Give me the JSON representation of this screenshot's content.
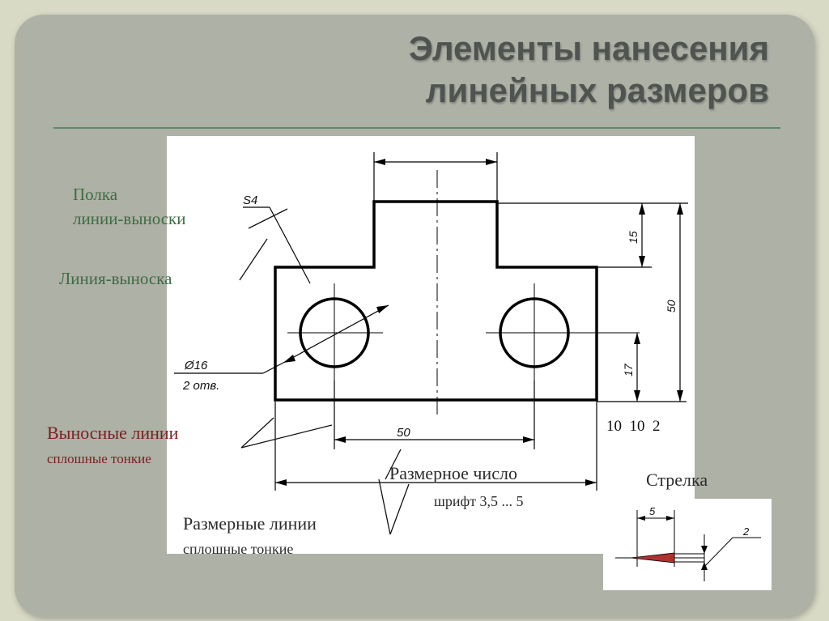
{
  "title": {
    "line1": "Элементы нанесения",
    "line2": "линейных размеров"
  },
  "labels": {
    "shelf_line1": "Полка",
    "shelf_line2": "линии-выноски",
    "leader_line": "Линия-выноска",
    "extension_lines": "Выносные линии",
    "extension_lines_note": "сплошные тонкие",
    "dimension_number": "Размерное число",
    "dimension_number_note": "шрифт 3,5 ... 5",
    "dimension_lines": "Размерные линии",
    "dimension_lines_note": "сплошные тонкие",
    "arrow": "Стрелка",
    "spacing": "10  10  2"
  },
  "drawing": {
    "thickness_note": "S4",
    "hole_diameter": "Ø16",
    "hole_count": "2 отв.",
    "dim_top_height": "15",
    "dim_total_height": "50",
    "dim_hole_height": "17",
    "dim_hole_spacing": "50"
  },
  "arrow_detail": {
    "length": "5",
    "width": "2"
  },
  "colors": {
    "background": "#aeb1a6",
    "title": "#505450",
    "rule": "#5b8a6a",
    "label_green": "#3e6b43",
    "label_red": "#7b1f1f",
    "arrow_fill": "#b0302f"
  }
}
